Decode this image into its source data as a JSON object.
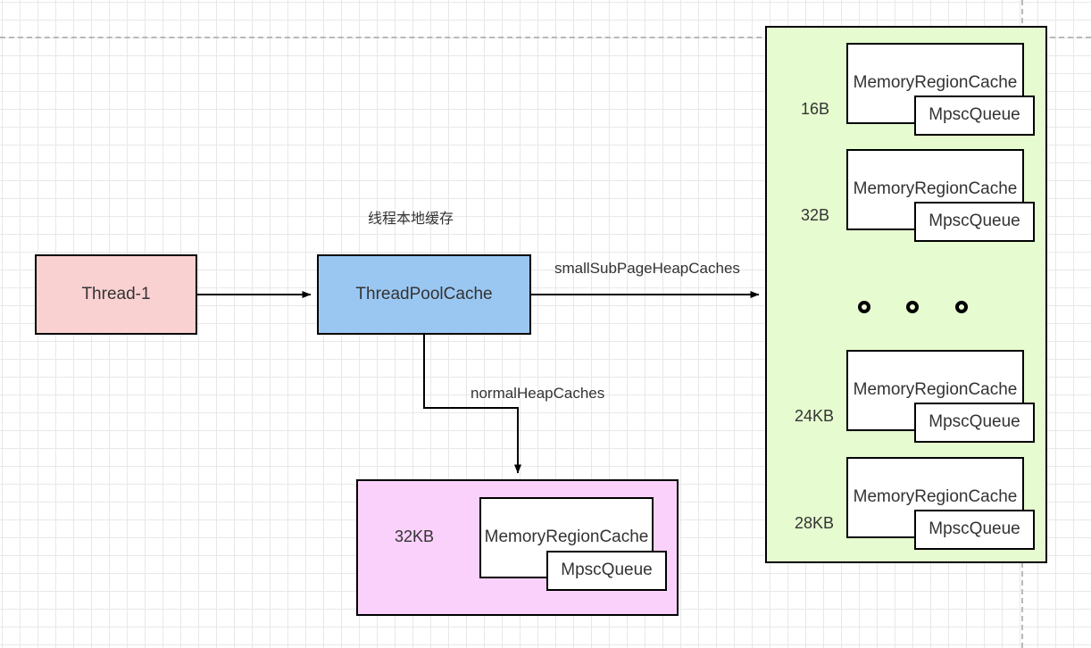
{
  "diagram": {
    "title_note": "线程本地缓存",
    "colors": {
      "thread_fill": "#fad1d1",
      "pool_fill": "#9ac7f2",
      "small_group_fill": "#e6fcd0",
      "normal_group_fill": "#fad1fa",
      "inner_fill": "#ffffff",
      "stroke": "#000000"
    },
    "nodes": {
      "thread": "Thread-1",
      "pool": "ThreadPoolCache"
    },
    "edges": {
      "thread_to_pool": "",
      "small_sub_page": "smallSubPageHeapCaches",
      "normal": "normalHeapCaches"
    },
    "small_group": {
      "rows": [
        {
          "size": "16B",
          "cache": "MemoryRegionCache",
          "queue": "MpscQueue"
        },
        {
          "size": "32B",
          "cache": "MemoryRegionCache",
          "queue": "MpscQueue"
        },
        {
          "size": "24KB",
          "cache": "MemoryRegionCache",
          "queue": "MpscQueue"
        },
        {
          "size": "28KB",
          "cache": "MemoryRegionCache",
          "queue": "MpscQueue"
        }
      ],
      "ellipsis_dots": 3
    },
    "normal_group": {
      "rows": [
        {
          "size": "32KB",
          "cache": "MemoryRegionCache",
          "queue": "MpscQueue"
        }
      ]
    }
  }
}
